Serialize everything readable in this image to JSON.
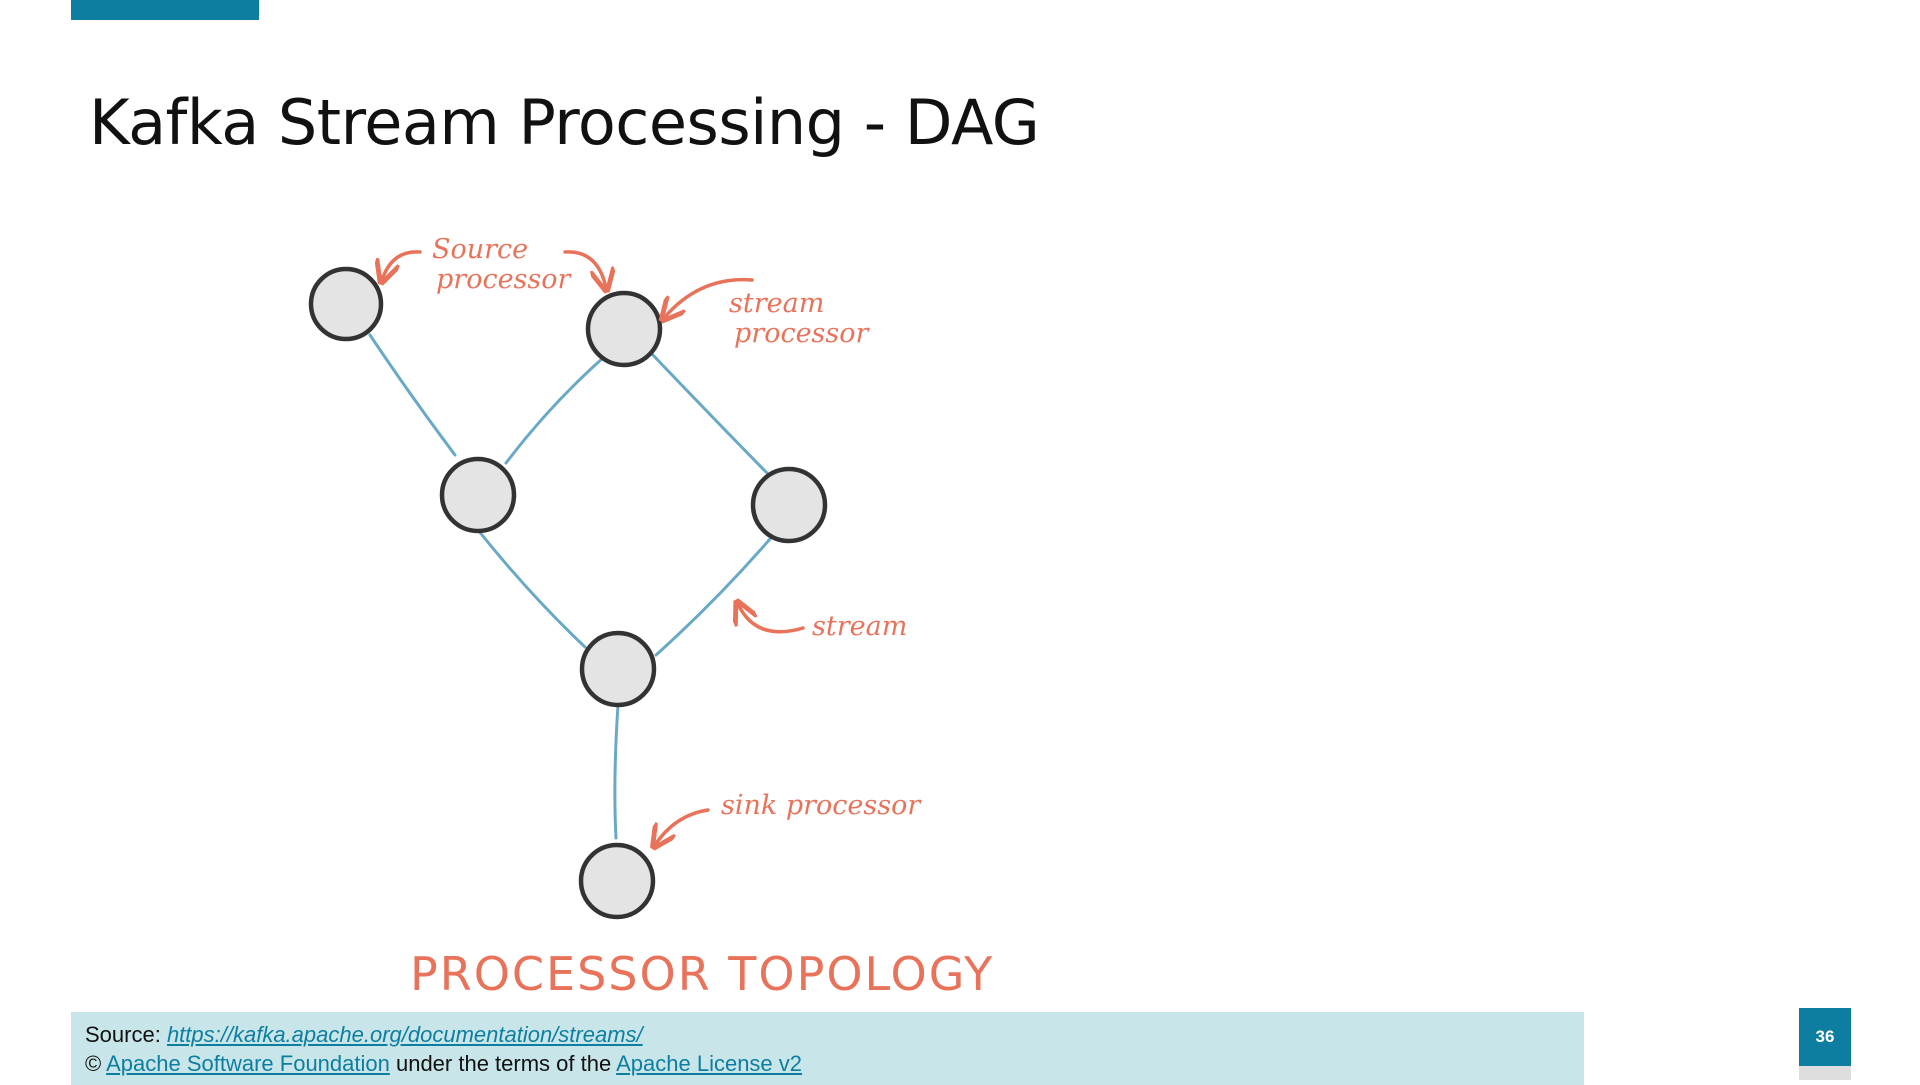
{
  "slide": {
    "title": "Kafka Stream Processing - DAG",
    "page_number": "36",
    "accent_color": "#0e7ea0",
    "footer_bg_color": "#c8e6ea"
  },
  "diagram": {
    "labels": {
      "source_line1": "Source",
      "source_line2": "processor",
      "stream_proc_line1": "stream",
      "stream_proc_line2": "processor",
      "stream": "stream",
      "sink": "sink processor",
      "caption": "PROCESSOR TOPOLOGY"
    },
    "node_fill": "#e4e4e4",
    "edge_color": "#6aa9c6",
    "annotation_color": "#e8735a"
  },
  "footer": {
    "source_prefix": "Source: ",
    "source_url": "https://kafka.apache.org/documentation/streams/",
    "copyright_symbol": "© ",
    "asf_link": "Apache Software Foundation",
    "terms_text": " under the terms of the ",
    "license_link": "Apache License v2"
  }
}
